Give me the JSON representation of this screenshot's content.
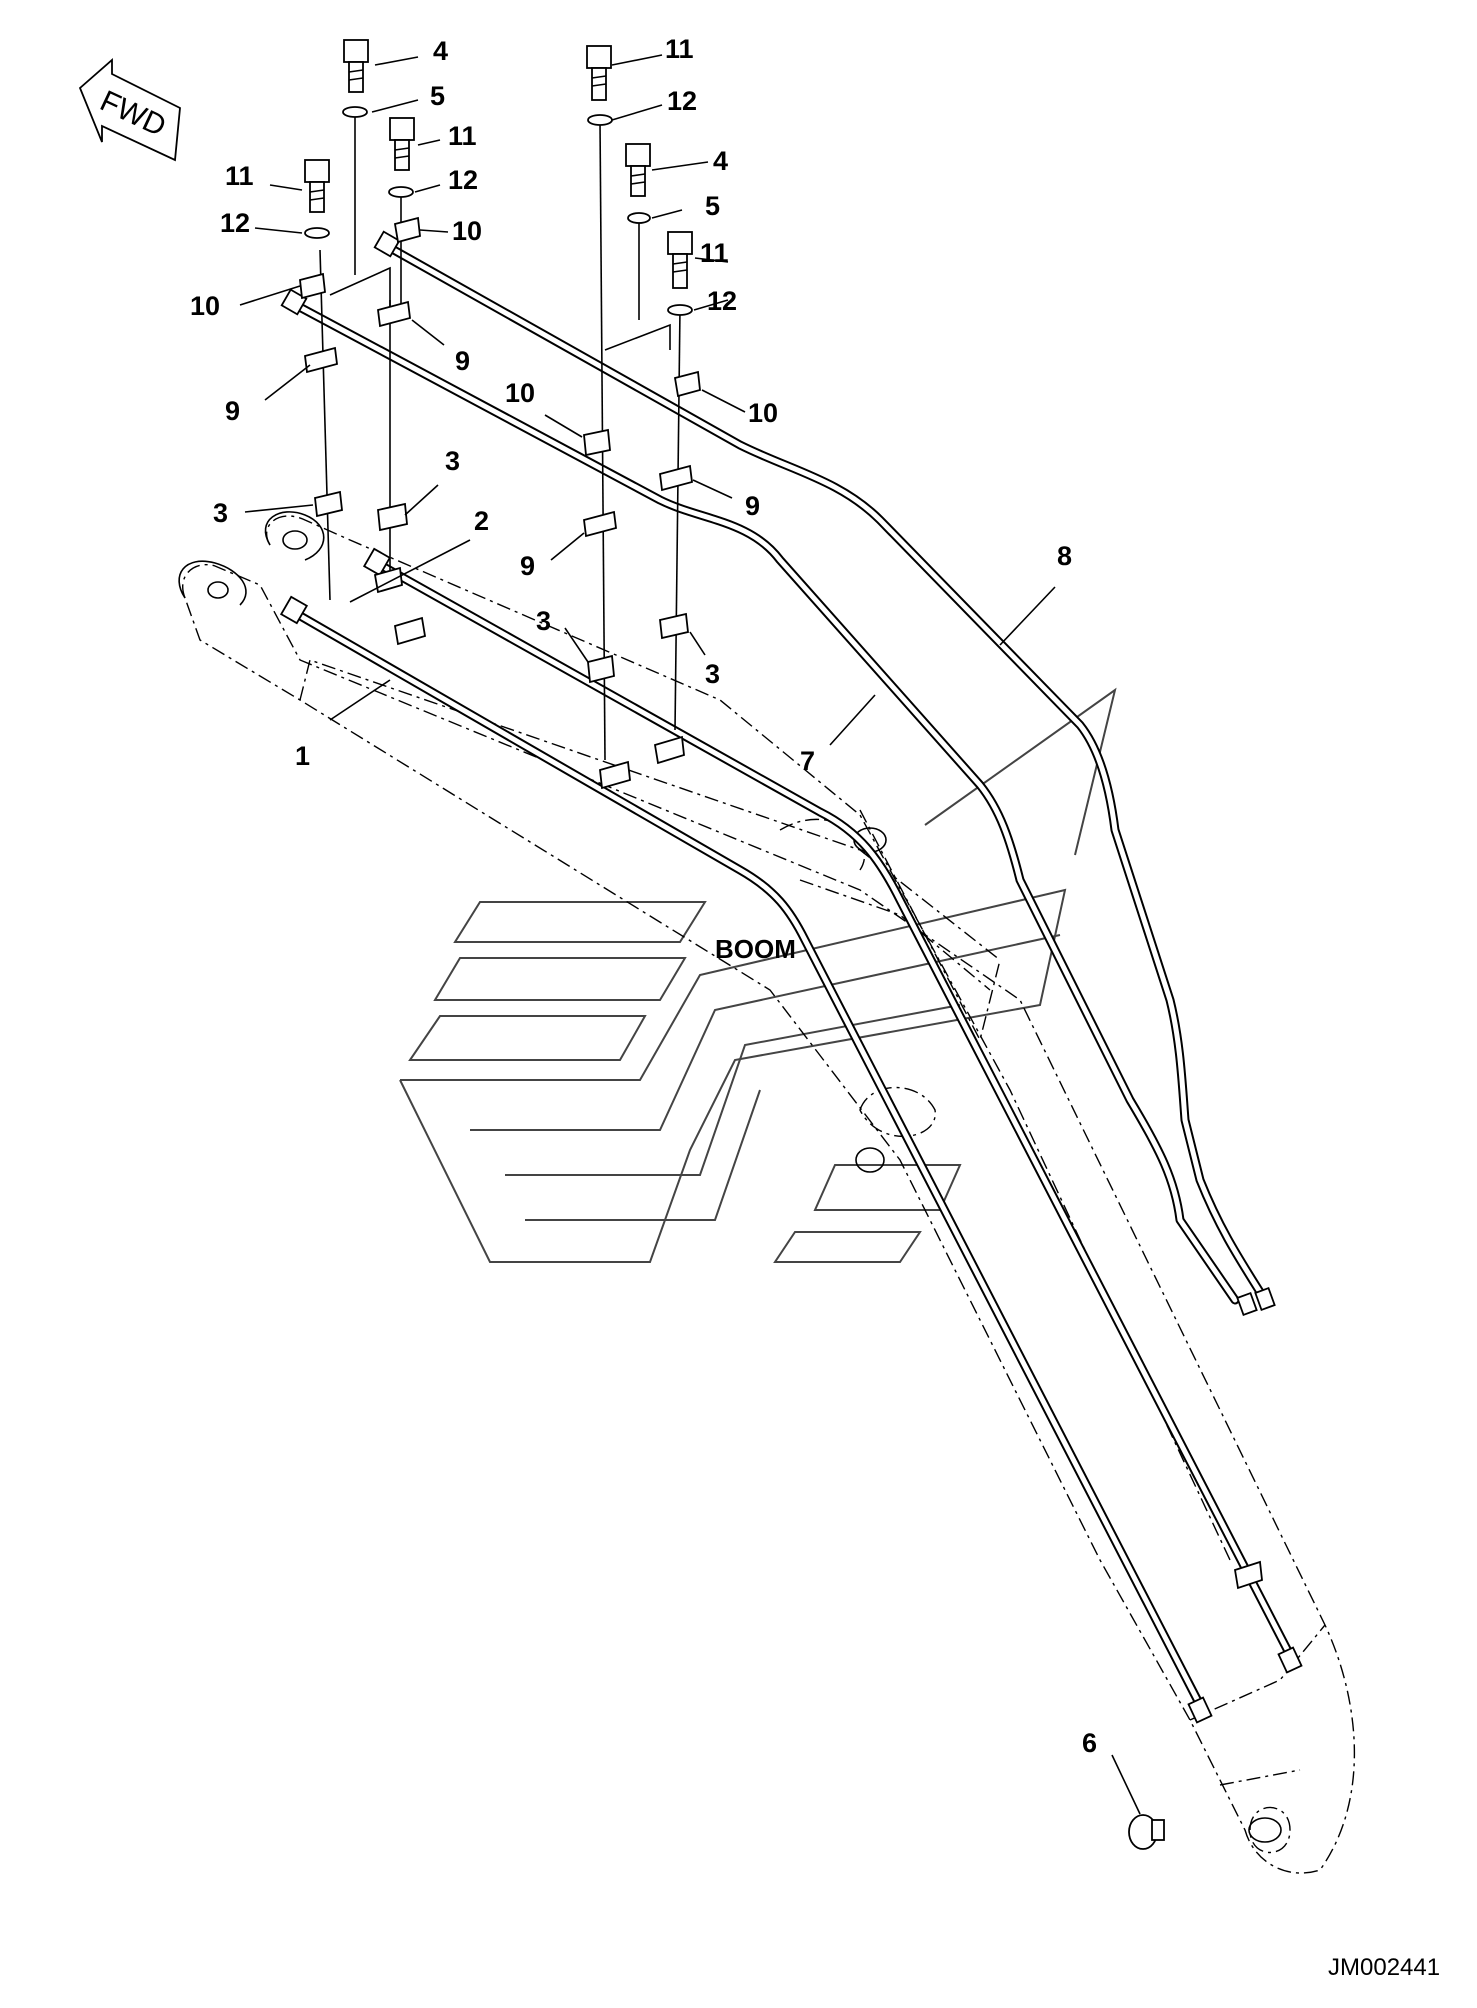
{
  "diagram": {
    "direction_marker": "FWD",
    "assembly_label": "BOOM",
    "drawing_number": "JM002441",
    "callouts": {
      "c1": "1",
      "c2": "2",
      "c3": "3",
      "c4": "4",
      "c5": "5",
      "c6": "6",
      "c7": "7",
      "c8": "8",
      "c9": "9",
      "c10": "10",
      "c11": "11",
      "c12": "12"
    }
  }
}
